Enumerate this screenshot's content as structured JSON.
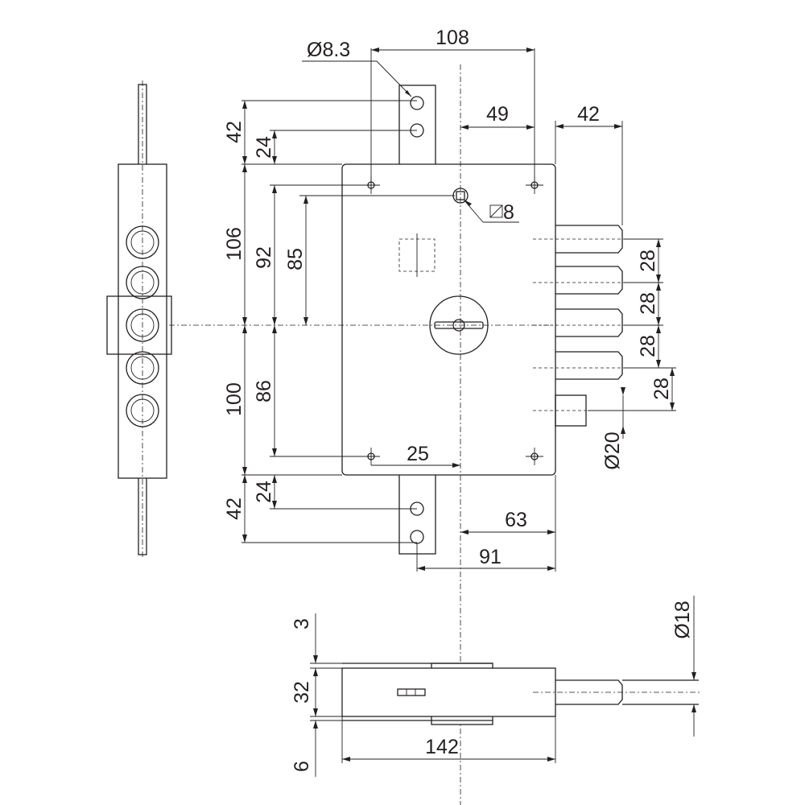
{
  "drawing": {
    "dimensions": {
      "d_hole": "Ø8.3",
      "w108": "108",
      "d49": "49",
      "d42_bolt": "42",
      "h42_top": "42",
      "h24_top": "24",
      "h106": "106",
      "h92": "92",
      "h85": "85",
      "h100": "100",
      "h86": "86",
      "h24_bot": "24",
      "h42_bot": "42",
      "sq8": "8",
      "p28_1": "28",
      "p28_2": "28",
      "p28_3": "28",
      "p28_4": "28",
      "d20": "Ø20",
      "d25": "25",
      "d63": "63",
      "d91": "91",
      "t3": "3",
      "t32": "32",
      "t6": "6",
      "d18": "Ø18",
      "w142": "142"
    }
  }
}
